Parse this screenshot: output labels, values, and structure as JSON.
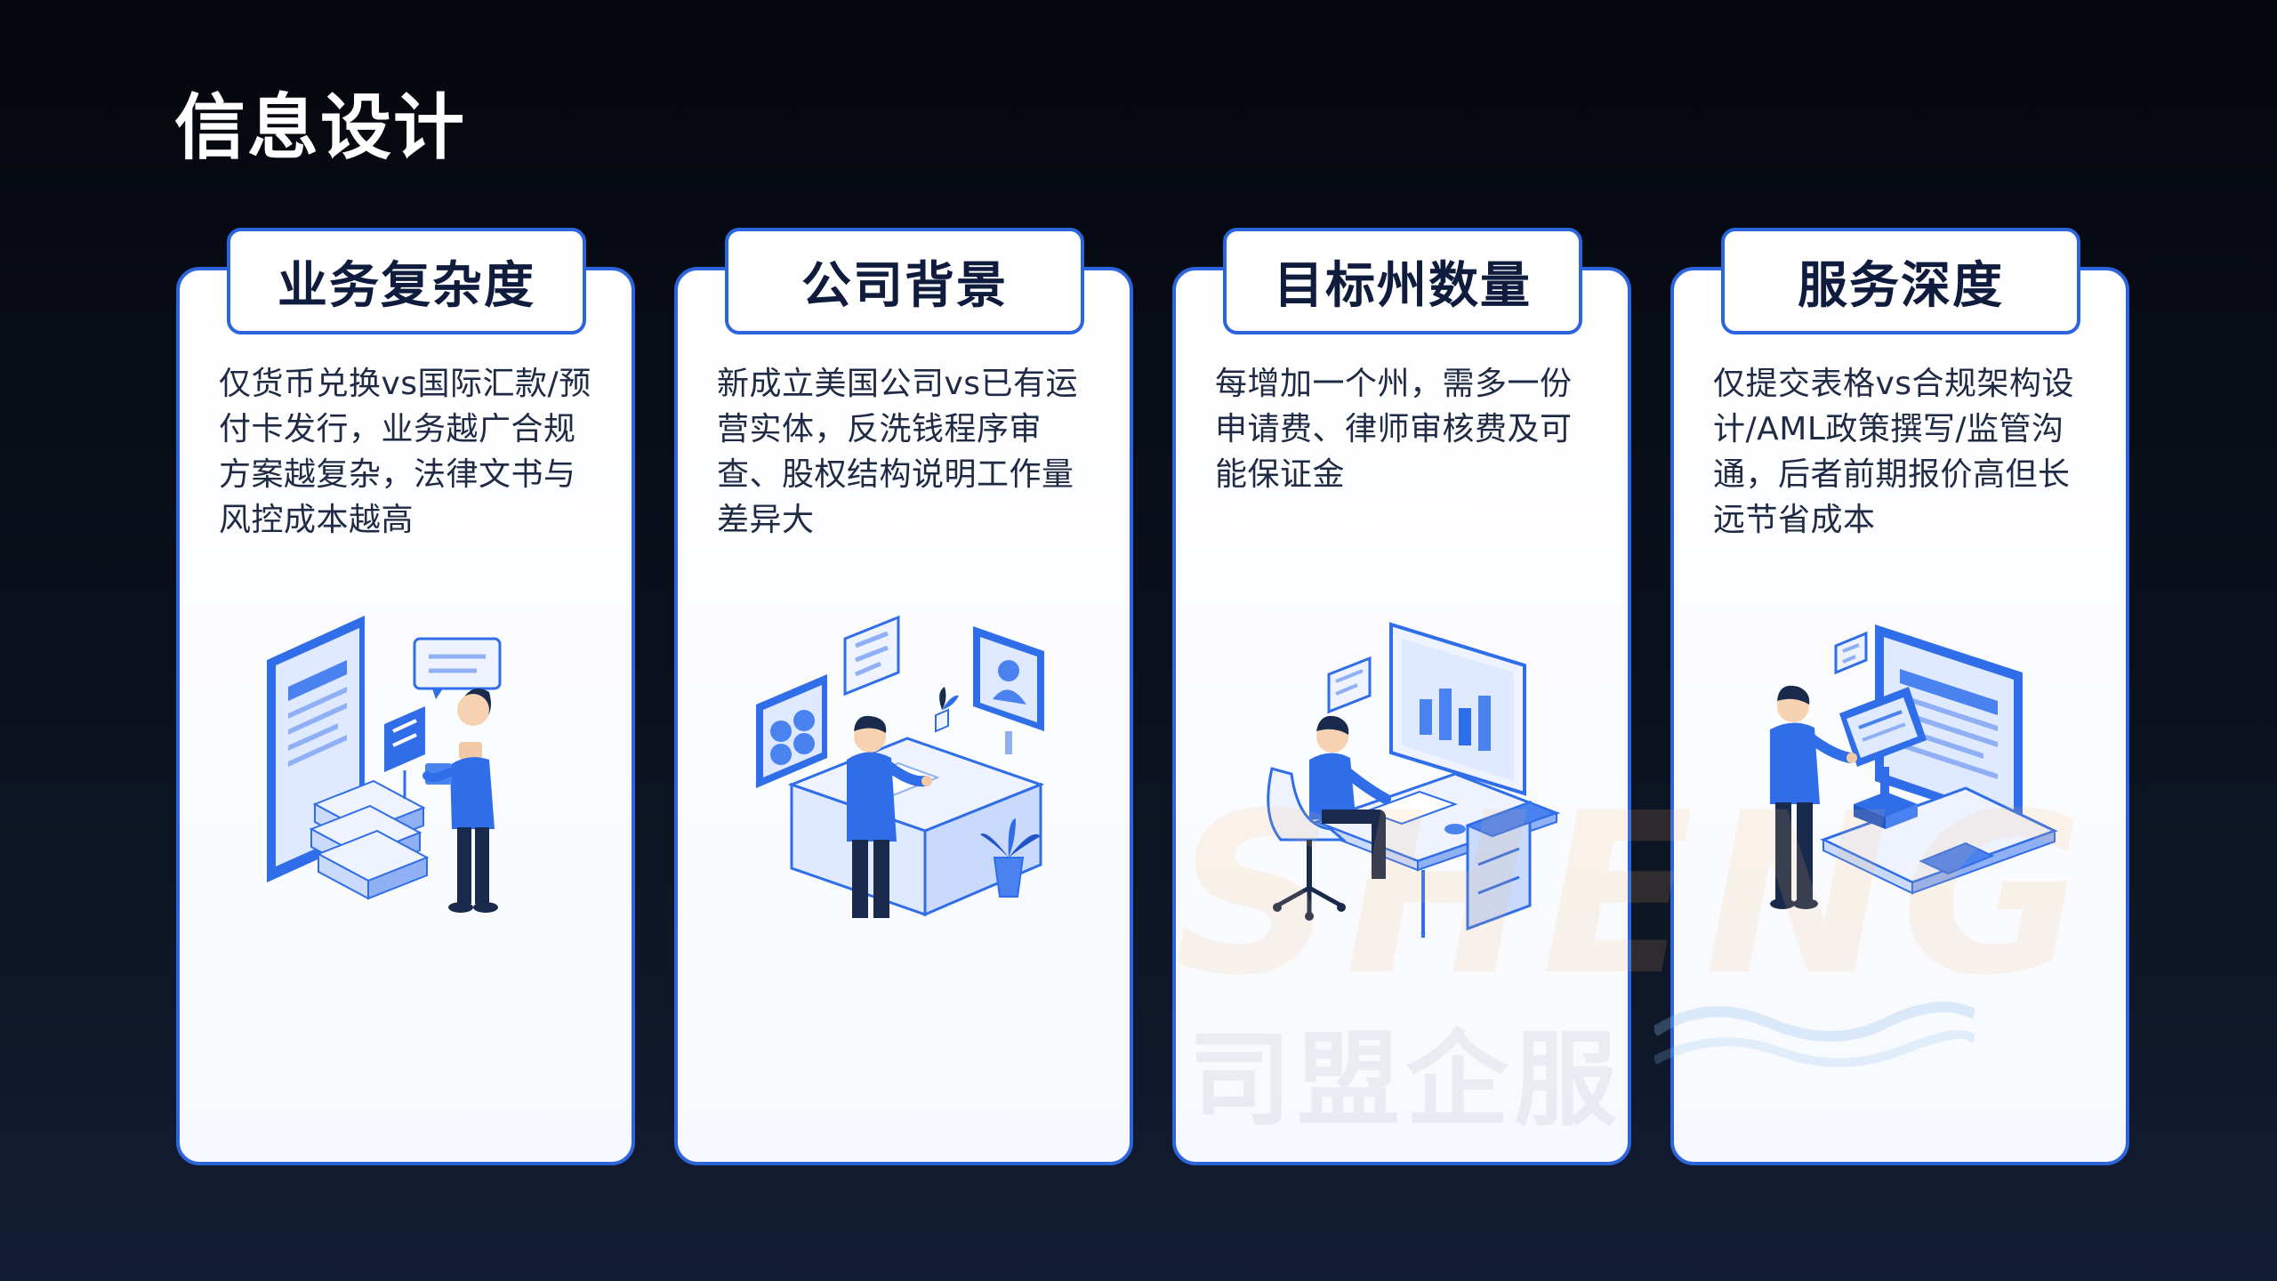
{
  "page": {
    "title": "信息设计"
  },
  "cards": [
    {
      "title": "业务复杂度",
      "description": "仅货币兑换vs国际汇款/预付卡发行，业务越广合规方案越复杂，法律文书与风控成本越高",
      "illustration_icon": "documents-and-consultant-illustration"
    },
    {
      "title": "公司背景",
      "description": "新成立美国公司vs已有运营实体，反洗钱程序审查、股权结构说明工作量差异大",
      "illustration_icon": "office-desk-illustration"
    },
    {
      "title": "目标州数量",
      "description": "每增加一个州，需多一份申请费、律师审核费及可能保证金",
      "illustration_icon": "workstation-analytics-illustration"
    },
    {
      "title": "服务深度",
      "description": "仅提交表格vs合规架构设计/AML政策撰写/监管沟通，后者前期报价高但长远节省成本",
      "illustration_icon": "compliance-terminal-illustration"
    }
  ],
  "watermark": {
    "brand_latin": "SHENG",
    "brand_cn": "司盟企服"
  },
  "colors": {
    "background_top": "#05070d",
    "background_bottom": "#131d33",
    "accent": "#2c64dc",
    "card_fill": "#ffffff",
    "title_text": "#ffffff",
    "card_text": "#1f2a44"
  }
}
